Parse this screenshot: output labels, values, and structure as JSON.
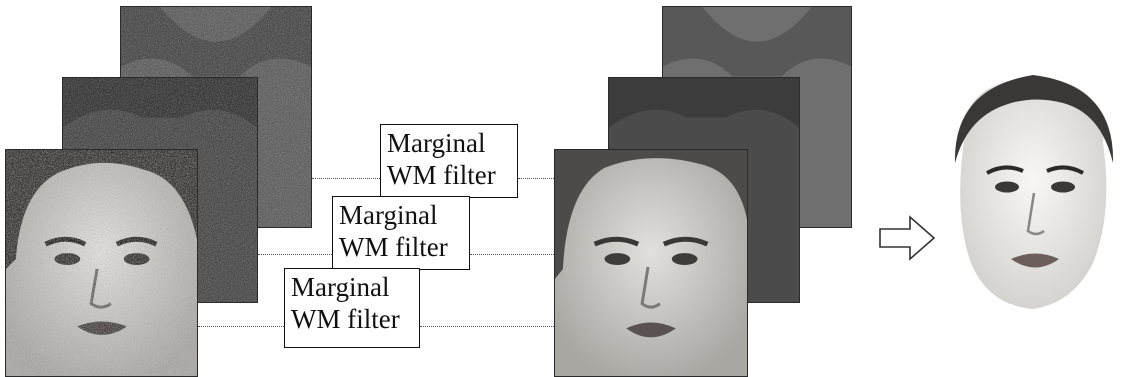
{
  "filters": [
    {
      "line1": "Marginal",
      "line2": "WM filter"
    },
    {
      "line1": "Marginal",
      "line2": "WM filter"
    },
    {
      "line1": "Marginal",
      "line2": "WM filter"
    }
  ],
  "colors": {
    "noisy_top": "#5f5f5f",
    "noisy_mid": "#4a4a4a",
    "noisy_front": "#b0b0ac",
    "filtered_top": "#6e6e6e",
    "filtered_mid": "#4b4b4b",
    "filtered_front": "#cfcfcb",
    "result": "#e6e4e0"
  },
  "icons": [
    "hollow-right-arrow-icon"
  ]
}
